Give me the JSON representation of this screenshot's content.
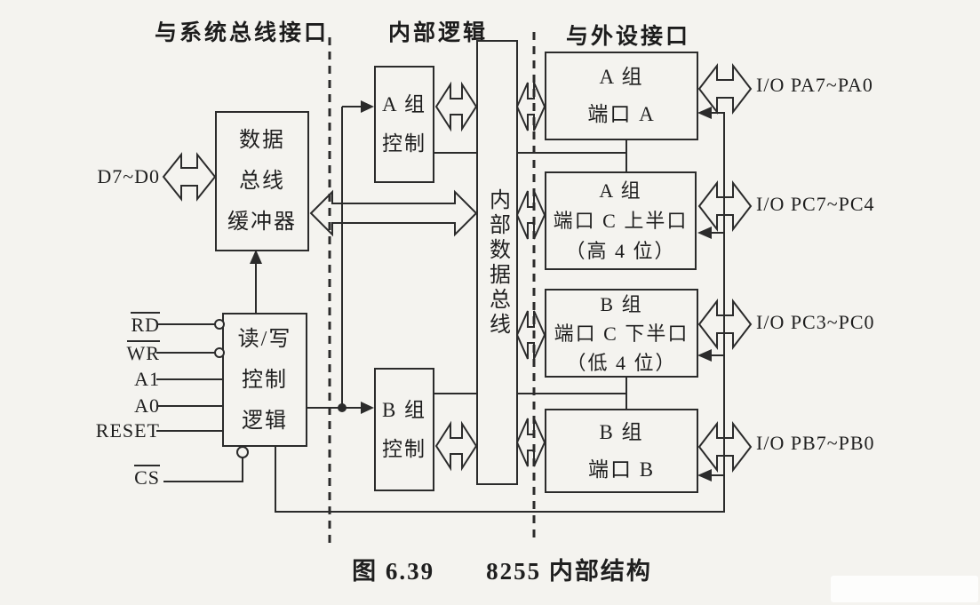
{
  "figure": {
    "section_labels": {
      "system_bus": "与系统总线接口",
      "internal_logic": "内部逻辑",
      "peripheral": "与外设接口"
    },
    "caption": "图 6.39　　8255 内部结构"
  },
  "blocks": {
    "data_bus_buffer": {
      "lines": [
        "数据",
        "总线",
        "缓冲器"
      ]
    },
    "rw_control": {
      "lines": [
        "读/写",
        "控制",
        "逻辑"
      ]
    },
    "group_a_control": {
      "lines": [
        "A 组",
        "控制"
      ]
    },
    "group_b_control": {
      "lines": [
        "B 组",
        "控制"
      ]
    },
    "internal_bus": {
      "label": "内部数据总线"
    },
    "port_a": {
      "lines": [
        "A 组",
        "端口 A"
      ]
    },
    "port_c_upper": {
      "lines": [
        "A 组",
        "端口 C 上半口",
        "（高 4 位）"
      ]
    },
    "port_c_lower": {
      "lines": [
        "B 组",
        "端口 C 下半口",
        "（低 4 位）"
      ]
    },
    "port_b": {
      "lines": [
        "B 组",
        "端口 B"
      ]
    }
  },
  "signals": {
    "data_bus": "D7~D0",
    "rd": "RD",
    "wr": "WR",
    "a1": "A1",
    "a0": "A0",
    "reset": "RESET",
    "cs": "CS",
    "io_pa": "I/O PA7~PA0",
    "io_pc_high": "I/O PC7~PC4",
    "io_pc_low": "I/O PC3~PC0",
    "io_pb": "I/O PB7~PB0"
  },
  "colors": {
    "line": "#2b2b2b",
    "background": "#f4f3ef"
  }
}
